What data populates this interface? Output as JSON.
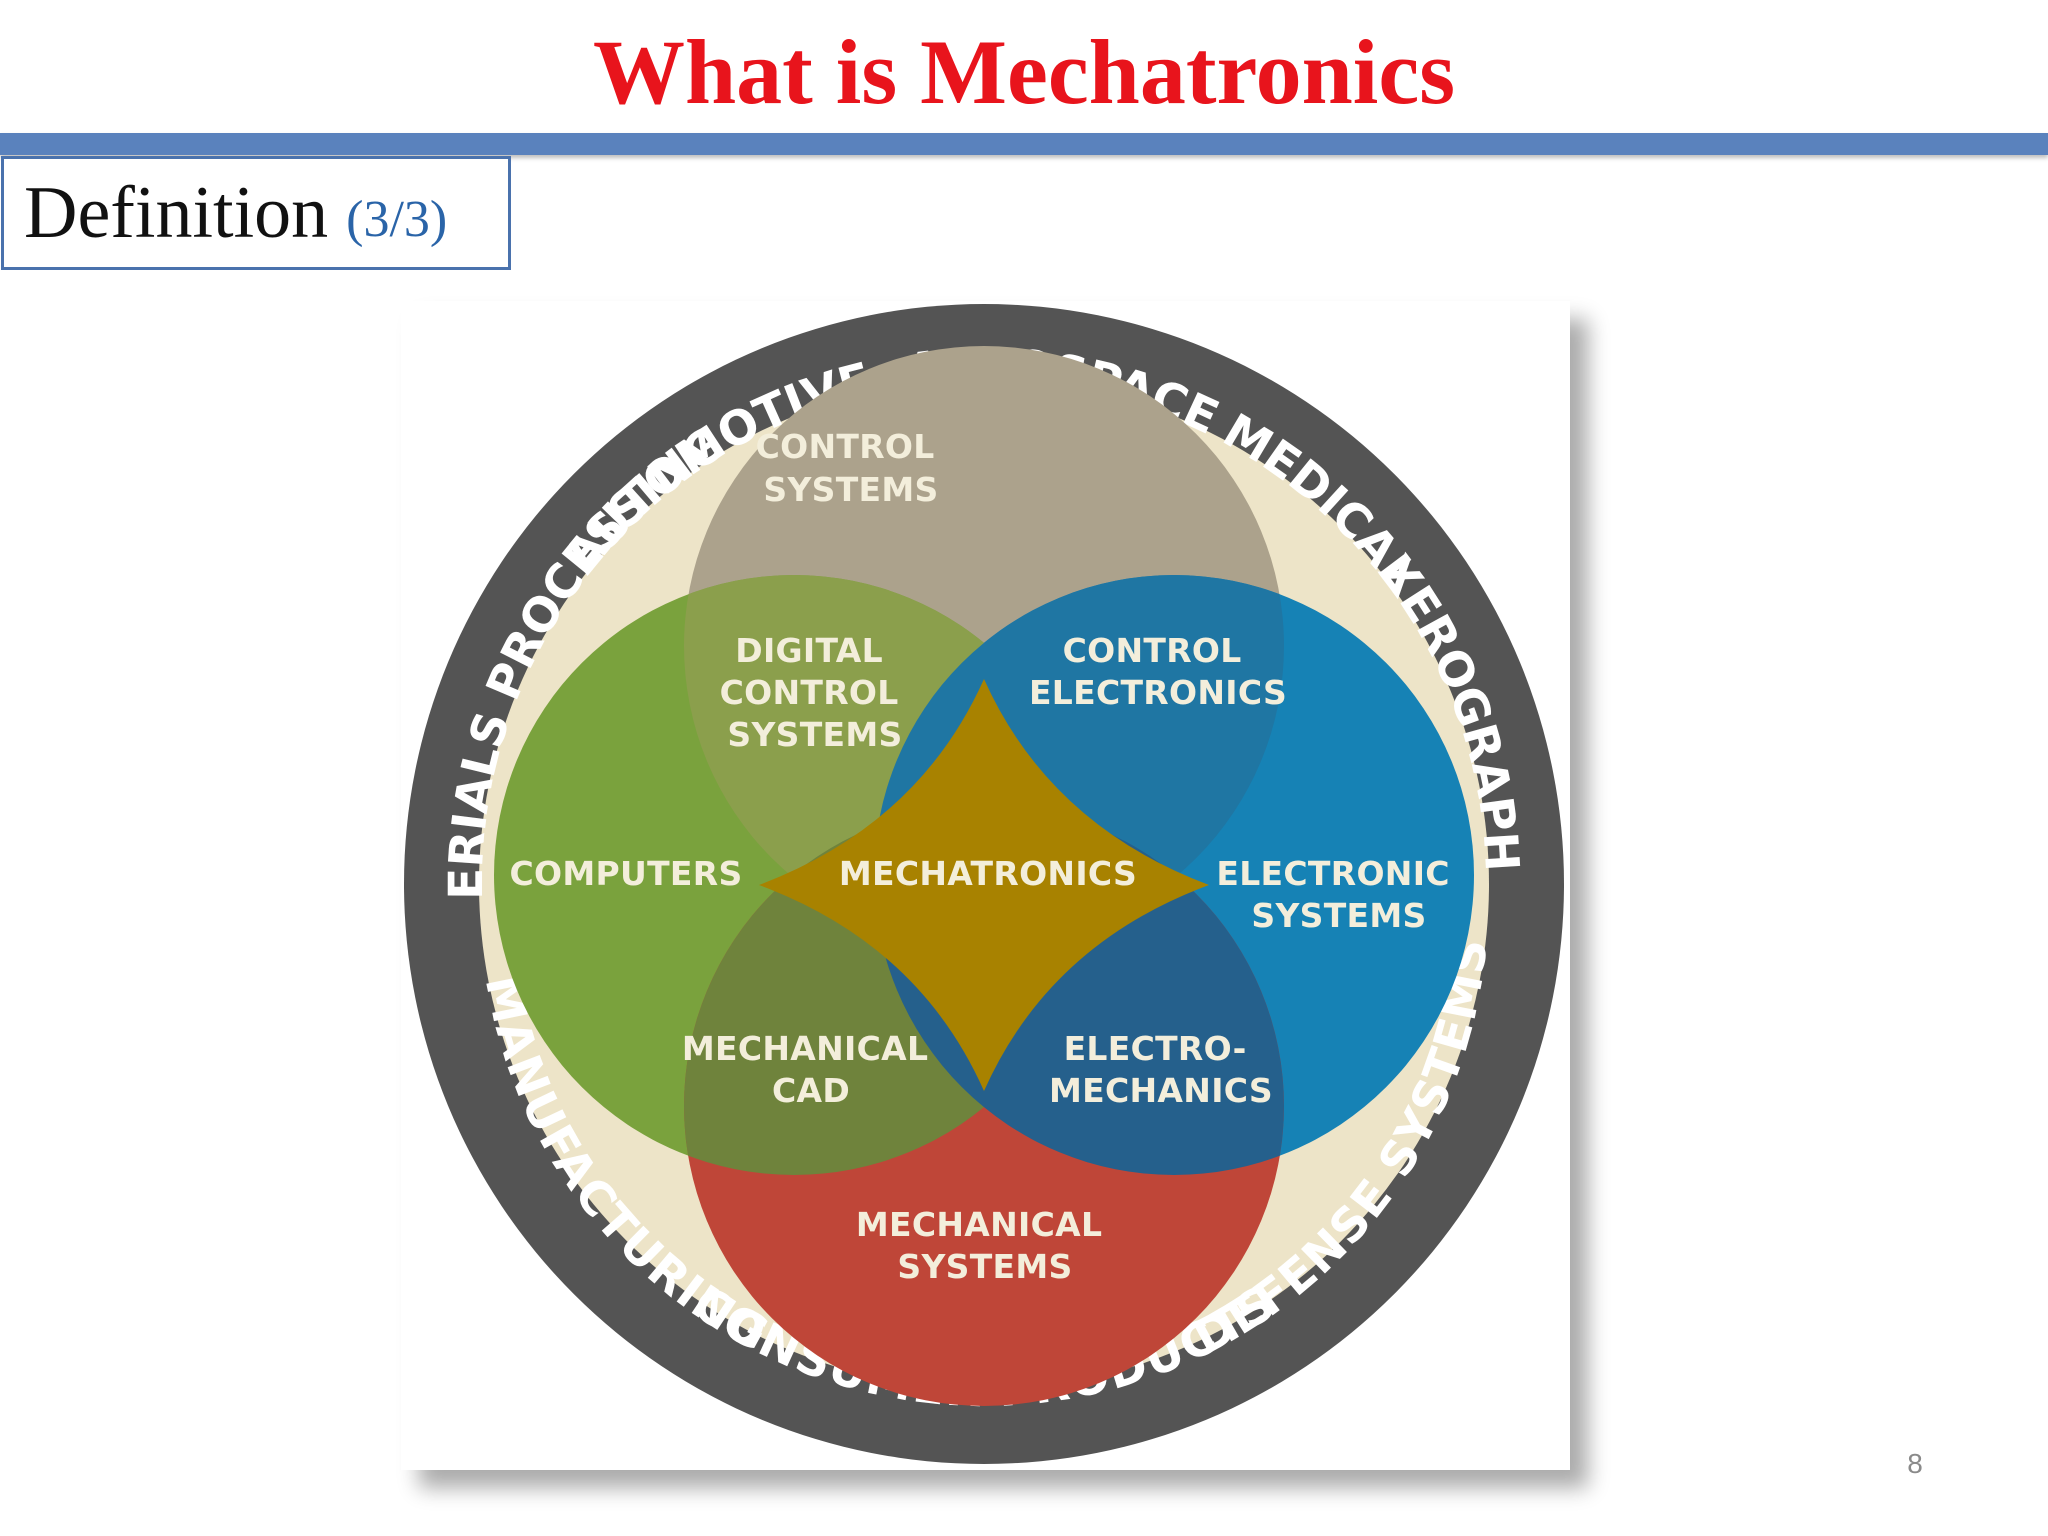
{
  "slide": {
    "title": "What is Mechatronics",
    "section": "Definition",
    "counter": "(3/3)",
    "page_number": "8"
  },
  "diagram": {
    "applications": {
      "automotive": "AUTOMOTIVE",
      "aerospace": "AEROSPACE",
      "medical": "MEDICAL",
      "xerography": "XEROGRAPHY",
      "defense": "DEFENSE SYSTEMS",
      "consumer": "CONSUMER PRODUCTS",
      "manufacturing": "MANUFACTURING",
      "materials": "MATERIALS PROCESSING"
    },
    "circles": {
      "control_systems": [
        "CONTROL",
        "SYSTEMS"
      ],
      "computers": [
        "COMPUTERS"
      ],
      "electronic_systems": [
        "ELECTRONIC",
        "SYSTEMS"
      ],
      "mechanical_systems": [
        "MECHANICAL",
        "SYSTEMS"
      ]
    },
    "overlaps": {
      "digital_control_systems": [
        "DIGITAL",
        "CONTROL",
        "SYSTEMS"
      ],
      "control_electronics": [
        "CONTROL",
        "ELECTRONICS"
      ],
      "mechanical_cad": [
        "MECHANICAL",
        "CAD"
      ],
      "electro_mechanics": [
        "ELECTRO-",
        "MECHANICS"
      ]
    },
    "center": "MECHATRONICS",
    "colors": {
      "outer_ring": "#545454",
      "inner_background": "#ede4c8",
      "control_systems": "#aca28c",
      "computers": "#7aa23d",
      "electronic_systems": "#1682b5",
      "mechanical_systems": "#bf4638",
      "digital_control": "#8b9f4c",
      "control_electronics": "#1f76a3",
      "mechanical_cad": "#6f833c",
      "electro_mechanics": "#25608c",
      "mechatronics": "#a88200",
      "label_light": "#f3eedb"
    }
  }
}
